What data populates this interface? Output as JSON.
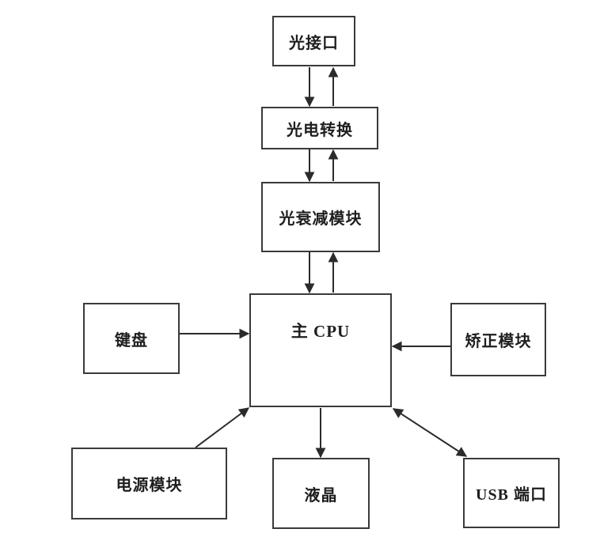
{
  "diagram": {
    "type": "block-diagram",
    "nodes": {
      "optical_interface": {
        "label": "光接口"
      },
      "photoelectric_conversion": {
        "label": "光电转换"
      },
      "optical_attenuation": {
        "label": "光衰减模块"
      },
      "main_cpu": {
        "label": "主 CPU"
      },
      "keyboard": {
        "label": "键盘"
      },
      "correction_module": {
        "label": "矫正模块"
      },
      "power_module": {
        "label": "电源模块"
      },
      "lcd": {
        "label": "液晶"
      },
      "usb_port": {
        "label": "USB 端口"
      }
    },
    "edges": [
      {
        "from": "optical_interface",
        "to": "photoelectric_conversion",
        "direction": "down"
      },
      {
        "from": "photoelectric_conversion",
        "to": "optical_interface",
        "direction": "up"
      },
      {
        "from": "photoelectric_conversion",
        "to": "optical_attenuation",
        "direction": "down"
      },
      {
        "from": "optical_attenuation",
        "to": "photoelectric_conversion",
        "direction": "up"
      },
      {
        "from": "optical_attenuation",
        "to": "main_cpu",
        "direction": "down"
      },
      {
        "from": "main_cpu",
        "to": "optical_attenuation",
        "direction": "up"
      },
      {
        "from": "keyboard",
        "to": "main_cpu",
        "direction": "right"
      },
      {
        "from": "correction_module",
        "to": "main_cpu",
        "direction": "left"
      },
      {
        "from": "power_module",
        "to": "main_cpu",
        "direction": "diagonal-up-right"
      },
      {
        "from": "main_cpu",
        "to": "lcd",
        "direction": "down"
      },
      {
        "from": "main_cpu",
        "to": "usb_port",
        "direction": "bidirectional-diagonal"
      }
    ]
  },
  "colors": {
    "background": "#ffffff",
    "line": "#2b2b2b",
    "box_border": "#3a3a3a",
    "text": "#1e1e1e"
  }
}
